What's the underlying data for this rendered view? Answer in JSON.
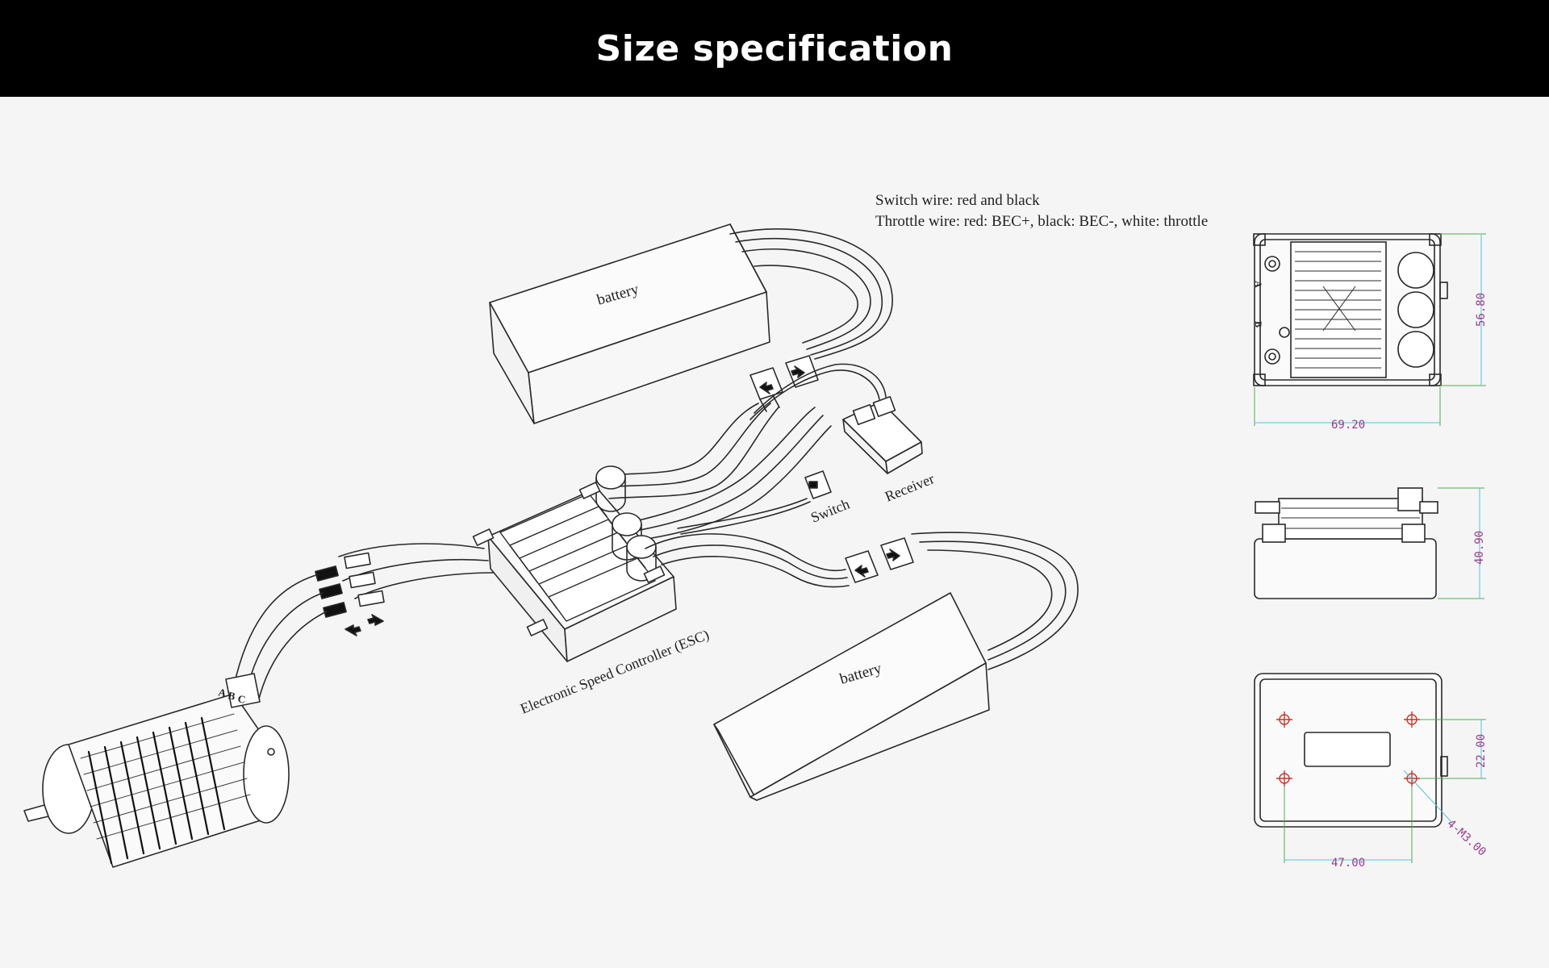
{
  "header": {
    "title": "Size specification"
  },
  "notes": {
    "switch_wire": "Switch wire: red and black",
    "throttle_wire": "Throttle wire: red: BEC+, black: BEC-, white: throttle"
  },
  "labels": {
    "battery_top": "battery",
    "battery_bottom": "battery",
    "receiver": "Receiver",
    "switch": "Switch",
    "esc": "Electronic Speed Controller (ESC)",
    "motor_phase_a": "A",
    "motor_phase_b": "B",
    "motor_phase_c": "C",
    "esc_label_a": "A",
    "esc_label_b": "B"
  },
  "dimensions": {
    "top_width": "69.20",
    "top_height": "56.80",
    "side_height": "40.90",
    "bottom_hole_x": "47.00",
    "bottom_hole_y": "22.00",
    "holes": "4-M3.00"
  },
  "colors": {
    "header_bg": "#000000",
    "background": "#f5f5f5",
    "line": "#2a2a2a",
    "dimension": "#9b3d8e",
    "extension": "#4caf50"
  }
}
